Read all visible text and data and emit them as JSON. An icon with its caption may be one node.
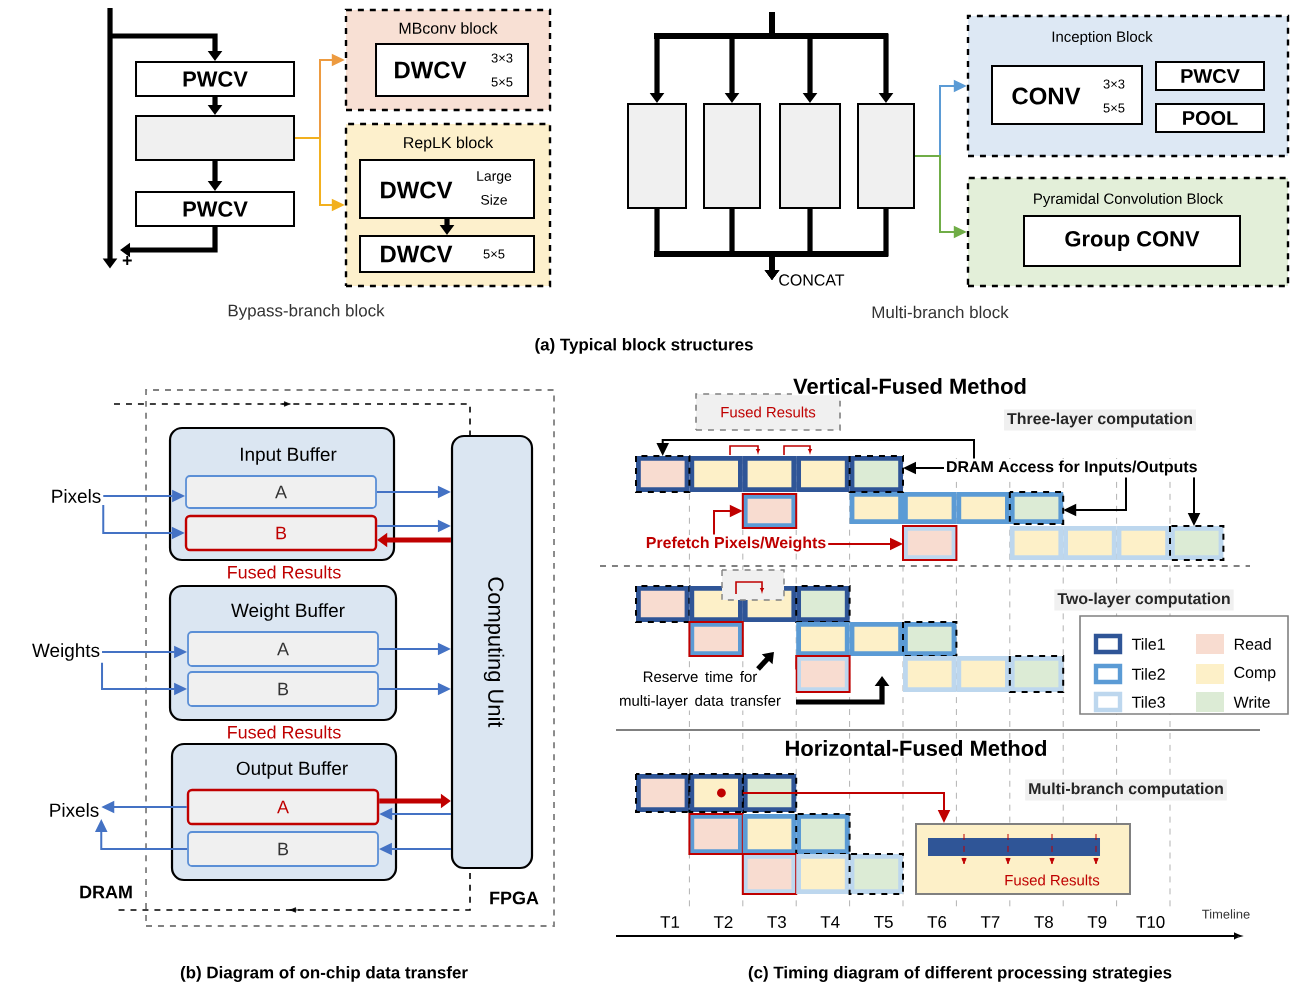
{
  "diagram": {
    "nodes": [
      {
        "text": [
          "PWCV"
        ]
      },
      {
        "text": [],
        "shape": "box"
      },
      {
        "text": [
          "PWCV"
        ]
      },
      {
        "text": [
          "MBconv block"
        ]
      },
      {
        "text": [
          "DWCV",
          "3×3 5×5"
        ],
        "in": 3
      },
      {
        "text": [
          "RepLK block"
        ]
      },
      {
        "text": [
          "DWCV",
          "Large Size"
        ],
        "in": 5
      },
      {
        "text": [
          "DWCV",
          "5×5"
        ],
        "in": 5
      },
      {
        "text": [],
        "shape": "box"
      },
      {
        "text": [],
        "shape": "box"
      },
      {
        "text": [],
        "shape": "box"
      },
      {
        "text": [],
        "shape": "box"
      },
      {
        "text": [
          "Inception Block"
        ]
      },
      {
        "text": [
          "CONV",
          "3×3 5×5"
        ],
        "in": 12
      },
      {
        "text": [
          "PWCV"
        ],
        "in": 12
      },
      {
        "text": [
          "POOL"
        ],
        "in": 12
      },
      {
        "text": [
          "Pyramidal Convolution Block"
        ]
      },
      {
        "text": [
          "Group CONV"
        ],
        "in": 16
      },
      {
        "text": [
          "FPGA"
        ]
      },
      {
        "text": [
          "Input Buffer"
        ],
        "in": 18
      },
      {
        "text": [
          "A"
        ],
        "in": 19
      },
      {
        "text": [
          "B"
        ],
        "in": 19
      },
      {
        "text": [
          "Weight Buffer"
        ],
        "in": 18
      },
      {
        "text": [
          "A"
        ],
        "in": 22
      },
      {
        "text": [
          "B"
        ],
        "in": 22
      },
      {
        "text": [
          "Output Buffer"
        ],
        "in": 18
      },
      {
        "text": [
          "A"
        ],
        "in": 25
      },
      {
        "text": [
          "B"
        ],
        "in": 25
      },
      {
        "text": [
          "Computing Unit"
        ],
        "in": 18
      },
      {
        "text": [
          "Pixels"
        ]
      },
      {
        "text": [
          "Weights"
        ]
      },
      {
        "text": [
          "Pixels"
        ]
      },
      {
        "text": [
          "Fused Results"
        ]
      },
      {
        "text": [
          "DRAM Access for Inputs/Outputs"
        ]
      },
      {
        "text": [
          "Prefetch Pixels/Weights"
        ]
      },
      {
        "text": [
          "Reserve time for multi-layer data transfer"
        ]
      },
      {
        "text": [
          "Fused Results"
        ]
      },
      {
        "text": [
          "CONCAT"
        ]
      },
      {
        "text": [
          "+"
        ]
      },
      {
        "text": [],
        "shape": "box"
      },
      {
        "text": [],
        "shape": "box"
      },
      {
        "text": [],
        "shape": "box"
      },
      {
        "text": [],
        "shape": "box"
      },
      {
        "text": [],
        "shape": "box"
      },
      {
        "text": [],
        "shape": "box"
      },
      {
        "text": [],
        "shape": "box"
      }
    ],
    "edges": [
      {
        "from": null,
        "to": 0,
        "arrow": "to",
        "style": "thick"
      },
      {
        "from": 0,
        "to": 1,
        "arrow": "to",
        "style": "thick"
      },
      {
        "from": 1,
        "to": 2,
        "arrow": "to",
        "style": "thick"
      },
      {
        "from": 2,
        "to": 38,
        "arrow": "to",
        "style": "thick"
      },
      {
        "from": 1,
        "to": 3,
        "arrow": "to",
        "color": "#ed9b40"
      },
      {
        "from": 1,
        "to": 5,
        "arrow": "to",
        "color": "#f2b01e"
      },
      {
        "from": 6,
        "to": 7,
        "arrow": "to",
        "style": "thick"
      },
      {
        "from": null,
        "to": 8,
        "arrow": "to",
        "style": "thick"
      },
      {
        "from": null,
        "to": 9,
        "arrow": "to",
        "style": "thick"
      },
      {
        "from": null,
        "to": 10,
        "arrow": "to",
        "style": "thick"
      },
      {
        "from": null,
        "to": 11,
        "arrow": "to",
        "style": "thick"
      },
      {
        "from": 8,
        "to": 37,
        "arrow": "to",
        "style": "thick"
      },
      {
        "from": 9,
        "to": 37,
        "arrow": "to",
        "style": "thick"
      },
      {
        "from": 10,
        "to": 37,
        "arrow": "to",
        "style": "thick"
      },
      {
        "from": 11,
        "to": 37,
        "arrow": "to",
        "style": "thick"
      },
      {
        "from": 11,
        "to": 12,
        "arrow": "to",
        "color": "#5b9bd5"
      },
      {
        "from": 11,
        "to": 16,
        "arrow": "to",
        "color": "#70ad47"
      },
      {
        "from": 29,
        "to": 20,
        "arrow": "to",
        "color": "#4472c4"
      },
      {
        "from": 29,
        "to": 21,
        "arrow": "to",
        "color": "#4472c4"
      },
      {
        "from": 20,
        "to": 28,
        "arrow": "to",
        "color": "#4472c4"
      },
      {
        "from": 21,
        "to": 28,
        "arrow": "to",
        "color": "#4472c4"
      },
      {
        "from": 28,
        "to": 21,
        "arrow": "to",
        "style": "thick",
        "color": "#c00000"
      },
      {
        "from": 30,
        "to": 23,
        "arrow": "to",
        "color": "#4472c4"
      },
      {
        "from": 30,
        "to": 24,
        "arrow": "to",
        "color": "#4472c4"
      },
      {
        "from": 23,
        "to": 28,
        "arrow": "to",
        "color": "#4472c4"
      },
      {
        "from": 24,
        "to": 28,
        "arrow": "to",
        "color": "#4472c4"
      },
      {
        "from": 26,
        "to": 28,
        "arrow": "to",
        "style": "thick",
        "color": "#c00000"
      },
      {
        "from": 28,
        "to": 26,
        "arrow": "to",
        "color": "#4472c4"
      },
      {
        "from": 28,
        "to": 27,
        "arrow": "to",
        "color": "#4472c4"
      },
      {
        "from": 26,
        "to": 31,
        "arrow": "to",
        "color": "#4472c4"
      },
      {
        "from": 27,
        "to": 31,
        "arrow": "to",
        "color": "#4472c4"
      },
      {
        "from": 33,
        "to": 40,
        "arrow": "to"
      },
      {
        "from": 33,
        "to": 41,
        "arrow": "to"
      },
      {
        "from": 33,
        "to": 42,
        "arrow": "to"
      },
      {
        "from": 34,
        "to": 43,
        "arrow": "to",
        "color": "#c00000"
      },
      {
        "from": 34,
        "to": 44,
        "arrow": "to",
        "color": "#c00000"
      },
      {
        "from": 35,
        "to": null,
        "arrow": "to",
        "style": "thick"
      },
      {
        "from": 35,
        "to": null,
        "arrow": "to",
        "style": "thick"
      },
      {
        "from": 39,
        "to": 36,
        "arrow": "to",
        "color": "#c00000"
      },
      {
        "from": 33,
        "to": 45,
        "arrow": "to"
      },
      {
        "from": null,
        "to": 38,
        "arrow": "to",
        "style": "thick"
      }
    ],
    "labels": [
      "Bypass-branch block",
      "Multi-branch block",
      "(a) Typical block structures",
      "Fused Results",
      "Fused Results",
      "DRAM",
      "(b) Diagram of on-chip data transfer",
      "Vertical-Fused Method",
      "Three-layer computation",
      "Two-layer computation",
      "Horizontal-Fused Method",
      "Multi-branch computation",
      "T1",
      "T2",
      "T3",
      "T4",
      "T5",
      "T6",
      "T7",
      "T8",
      "T9",
      "T10",
      "Timeline",
      "(c) Timing diagram of different processing strategies"
    ],
    "legend": [
      {
        "text": "Tile1"
      },
      {
        "text": "Tile2"
      },
      {
        "text": "Tile3"
      },
      {
        "text": "Read",
        "color": "#f8dcd0"
      },
      {
        "text": "Comp",
        "color": "#fdf0c8"
      },
      {
        "text": "Write",
        "color": "#dcebd5"
      }
    ]
  }
}
